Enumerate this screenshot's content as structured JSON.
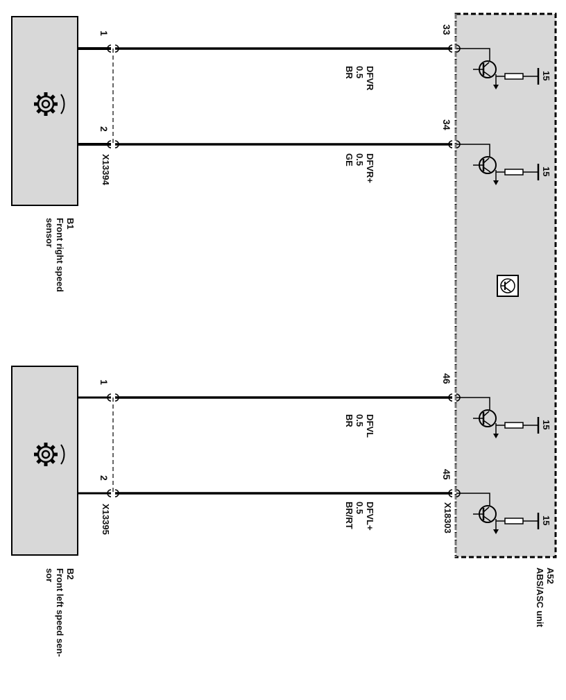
{
  "sensors": [
    {
      "ref": "B1",
      "name_line1": "Front right speed",
      "name_line2": "sensor",
      "connector": "X13394",
      "pins": [
        "1",
        "2"
      ],
      "icon": "gear-icon"
    },
    {
      "ref": "B2",
      "name_line1": "Front left speed sen-",
      "name_line2": "sor",
      "connector": "X13395",
      "pins": [
        "1",
        "2"
      ],
      "icon": "gear-icon"
    }
  ],
  "control_unit": {
    "ref": "A52",
    "name": "ABS/ASC unit",
    "connector": "X18303",
    "icon": "transistor-symbol-icon"
  },
  "wires": [
    {
      "pin_unit": "33",
      "signal": "DFVR",
      "cross_section": "0.5",
      "color": "BR",
      "terminal": "15"
    },
    {
      "pin_unit": "34",
      "signal": "DFVR+",
      "cross_section": "0.5",
      "color": "GE",
      "terminal": "15"
    },
    {
      "pin_unit": "46",
      "signal": "DFVL",
      "cross_section": "0.5",
      "color": "BR",
      "terminal": "15"
    },
    {
      "pin_unit": "45",
      "signal": "DFVL+",
      "cross_section": "0.5",
      "color": "BR/RT",
      "terminal": "15"
    }
  ],
  "colors": {
    "box_fill": "#d8d8d8",
    "line": "#000000",
    "dashed_border": "#555555"
  }
}
